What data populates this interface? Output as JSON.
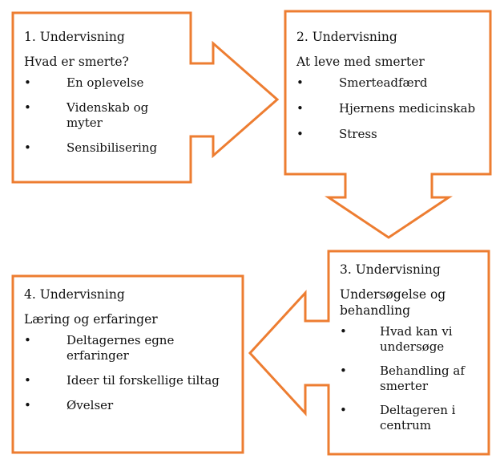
{
  "colors": {
    "stroke": "#ED7D31",
    "fill": "#FFFFFF",
    "text": "#111111"
  },
  "boxes": [
    {
      "title": "1. Undervisning",
      "subtitle": "Hvad er smerte?",
      "items": [
        "En oplevelse",
        "Videnskab og myter",
        "Sensibilisering"
      ]
    },
    {
      "title": "2. Undervisning",
      "subtitle": "At leve med smerter",
      "items": [
        "Smerteadfærd",
        "Hjernens medicinskab",
        "Stress"
      ]
    },
    {
      "title": "3. Undervisning",
      "subtitle": "Undersøgelse og behandling",
      "items": [
        "Hvad kan vi undersøge",
        "Behandling af smerter",
        "Deltageren i centrum"
      ]
    },
    {
      "title": "4. Undervisning",
      "subtitle": "Læring og erfaringer",
      "items": [
        "Deltagernes egne erfaringer",
        "Ideer til forskellige tiltag",
        "Øvelser"
      ]
    }
  ],
  "bullet": "•"
}
